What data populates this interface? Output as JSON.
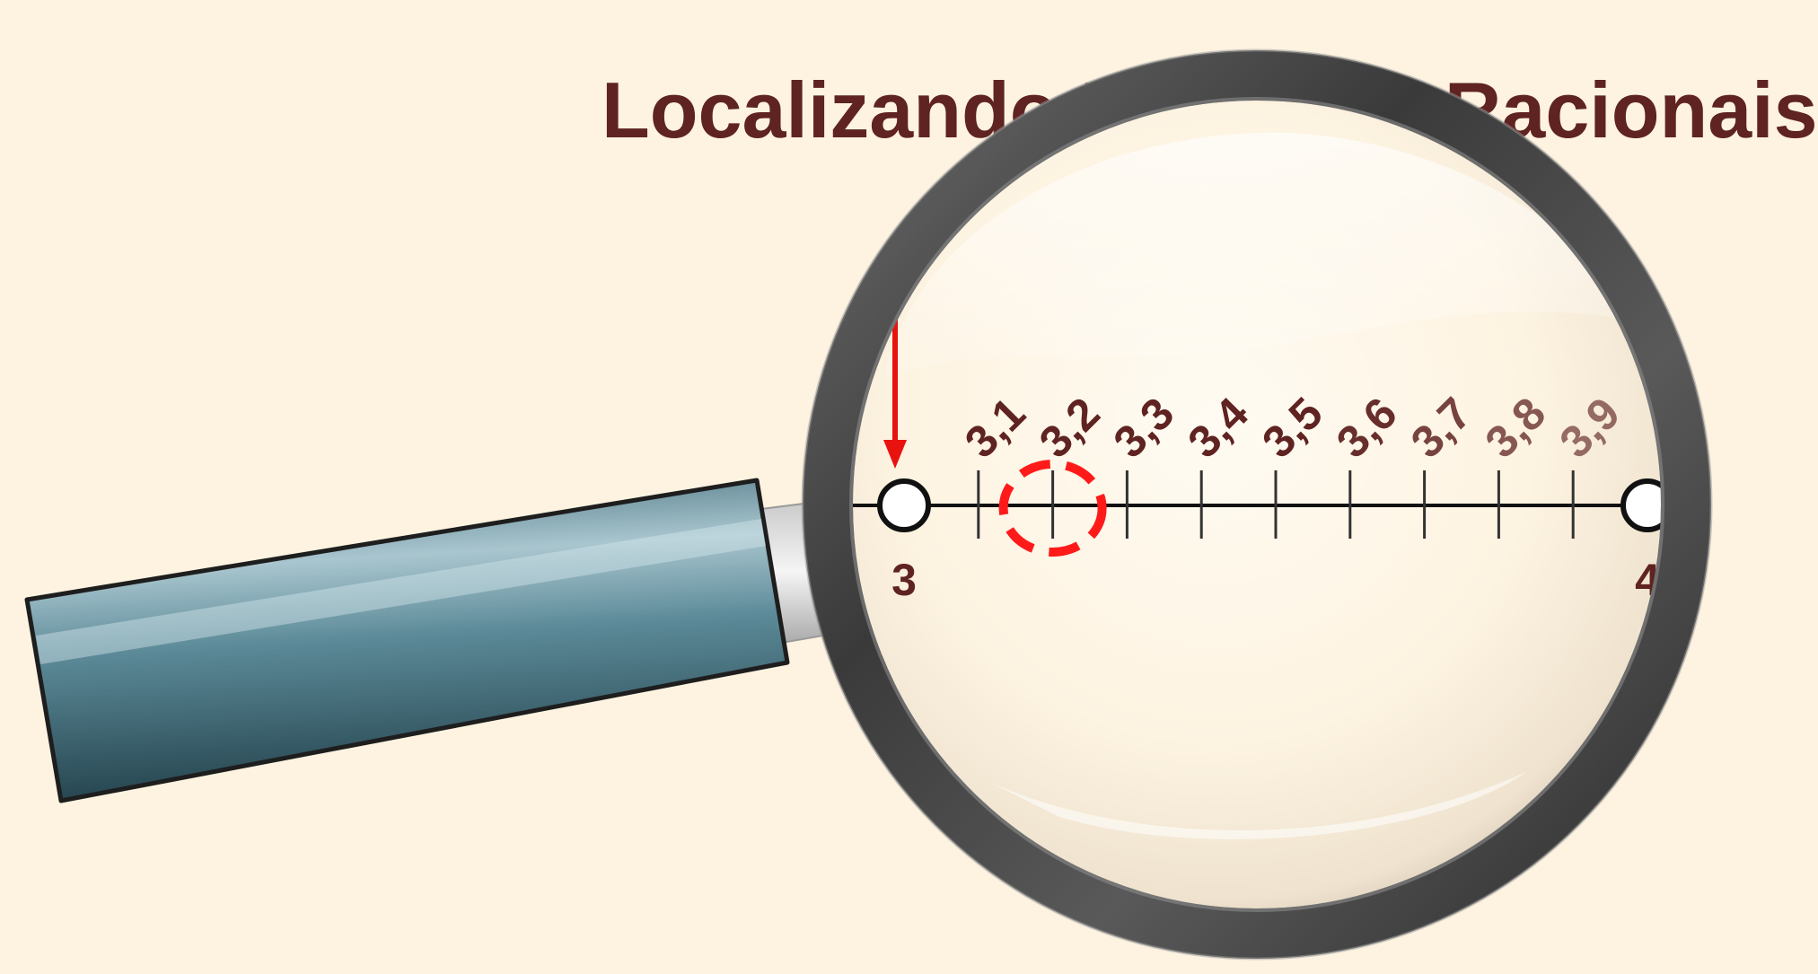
{
  "title": "Localizando Números Racionais",
  "number_line": {
    "start_label": "3",
    "end_label": "4",
    "start_value": 3,
    "end_value": 4,
    "ticks": [
      {
        "value": 3.1,
        "label": "3,1"
      },
      {
        "value": 3.2,
        "label": "3,2"
      },
      {
        "value": 3.3,
        "label": "3,3"
      },
      {
        "value": 3.4,
        "label": "3,4"
      },
      {
        "value": 3.5,
        "label": "3,5"
      },
      {
        "value": 3.6,
        "label": "3,6"
      },
      {
        "value": 3.7,
        "label": "3,7"
      },
      {
        "value": 3.8,
        "label": "3,8"
      },
      {
        "value": 3.9,
        "label": "3,9"
      }
    ],
    "highlighted_value": 3.2,
    "arrow_points_to_value": 3
  },
  "colors": {
    "background": "#fdf3e0",
    "title": "#5f2321",
    "label": "#5f2321",
    "line": "#111111",
    "highlight": "#ff1a1a",
    "arrow": "#e8120f",
    "handle": "#5a8a98",
    "rim": "#555555"
  },
  "icons": {
    "magnifier": "magnifying-glass-icon",
    "arrow": "arrow-down-icon"
  }
}
